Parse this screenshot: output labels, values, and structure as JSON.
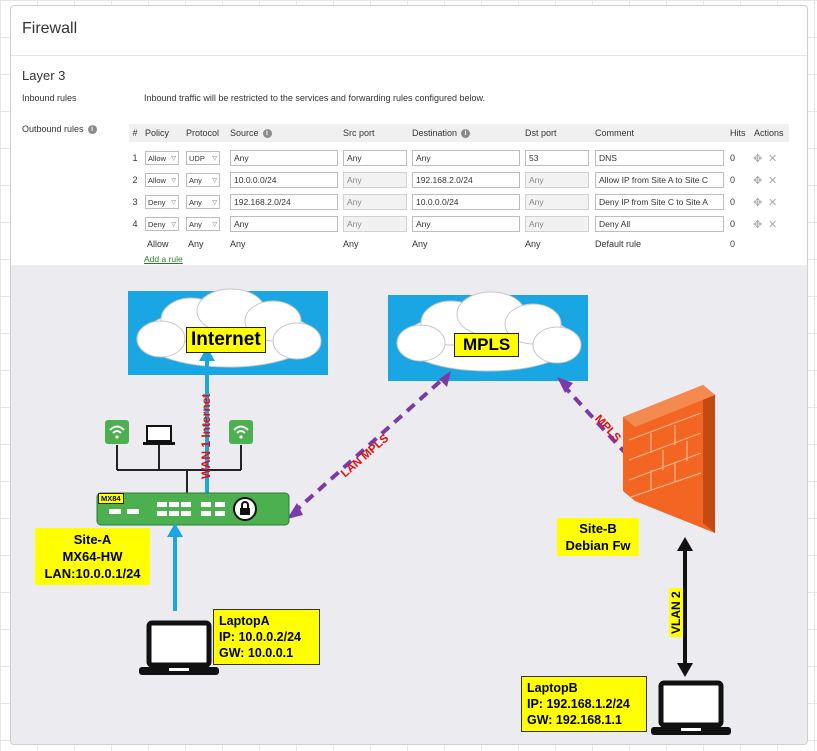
{
  "firewall": {
    "title": "Firewall",
    "section": "Layer 3",
    "inbound_label": "Inbound rules",
    "inbound_desc": "Inbound traffic will be restricted to the services and forwarding rules configured below.",
    "outbound_label": "Outbound rules",
    "columns": [
      "#",
      "Policy",
      "Protocol",
      "Source",
      "Src port",
      "Destination",
      "Dst port",
      "Comment",
      "Hits",
      "Actions"
    ],
    "rules": [
      {
        "num": "1",
        "policy": "Allow",
        "protocol": "UDP",
        "source": "Any",
        "src_port": "Any",
        "destination": "Any",
        "dst_port": "53",
        "comment": "DNS",
        "hits": "0"
      },
      {
        "num": "2",
        "policy": "Allow",
        "protocol": "Any",
        "source": "10.0.0.0/24",
        "src_port": "Any",
        "destination": "192.168.2.0/24",
        "dst_port": "Any",
        "comment": "Allow IP from Site A to Site C",
        "hits": "0"
      },
      {
        "num": "3",
        "policy": "Deny",
        "protocol": "Any",
        "source": "192.168.2.0/24",
        "src_port": "Any",
        "destination": "10.0.0.0/24",
        "dst_port": "Any",
        "comment": "Deny IP from Site C to Site A",
        "hits": "0"
      },
      {
        "num": "4",
        "policy": "Deny",
        "protocol": "Any",
        "source": "Any",
        "src_port": "Any",
        "destination": "Any",
        "dst_port": "Any",
        "comment": "Deny All",
        "hits": "0"
      }
    ],
    "default_rule": {
      "policy": "Allow",
      "protocol": "Any",
      "source": "Any",
      "src_port": "Any",
      "destination": "Any",
      "dst_port": "Any",
      "comment": "Default rule",
      "hits": "0"
    },
    "add_rule": "Add a rule"
  },
  "diagram": {
    "internet": "Internet",
    "mpls": "MPLS",
    "wan_link": "WAN 1 Internet",
    "lan_mpls_link": "LAN MPLS",
    "mpls_link": "MPLS",
    "vlan_link": "VLAN 2",
    "router_model": "MX84",
    "site_a": [
      "Site-A",
      "MX64-HW",
      "LAN:10.0.0.1/24"
    ],
    "site_b": [
      "Site-B",
      "Debian Fw"
    ],
    "laptop_a": [
      "LaptopA",
      "IP: 10.0.0.2/24",
      "GW: 10.0.0.1"
    ],
    "laptop_b": [
      "LaptopB",
      "IP: 192.168.1.2/24",
      "GW: 192.168.1.1"
    ],
    "colors": {
      "cloud_bg": "#1aa6e3",
      "label_bg": "#ffff00",
      "link_red": "#e01010",
      "dashed_purple": "#7a3aa8",
      "router_green": "#4caf50",
      "firewall_orange": "#f26522"
    }
  }
}
